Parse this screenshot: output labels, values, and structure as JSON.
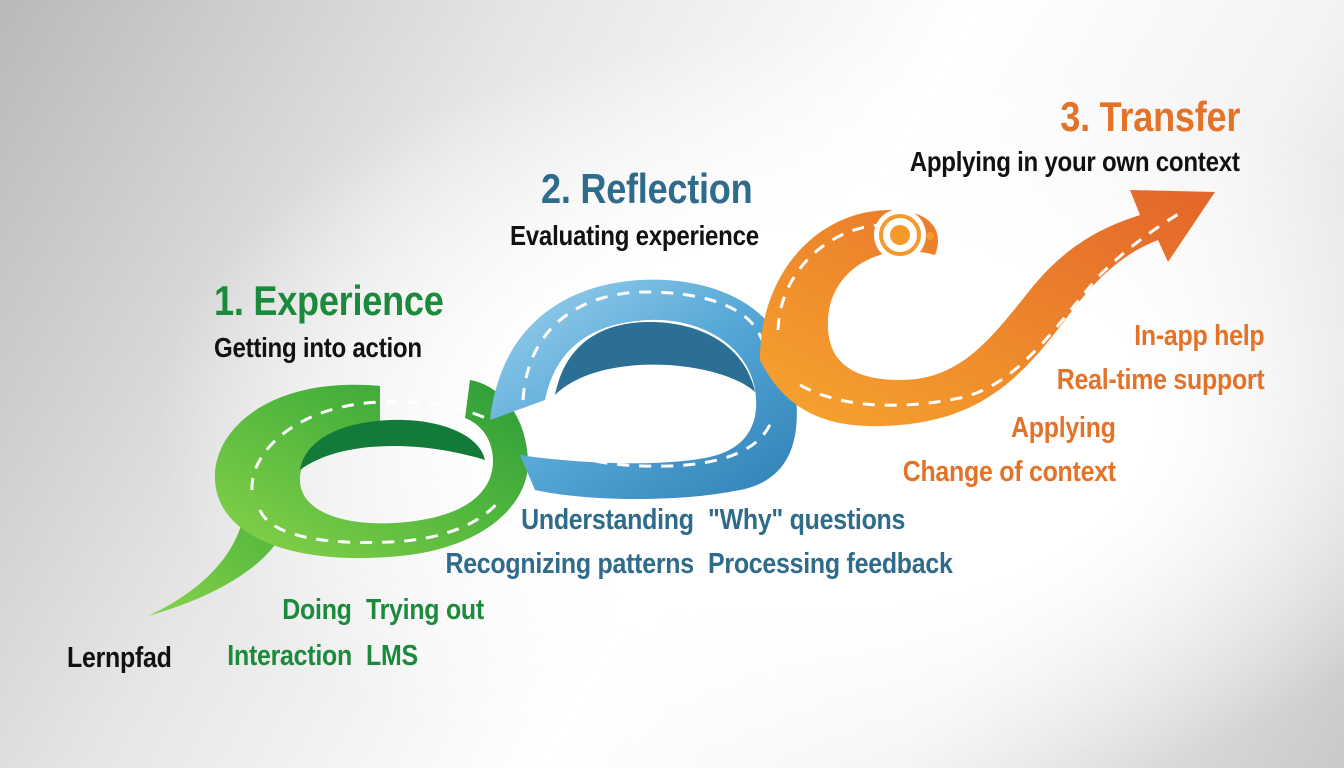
{
  "stages": [
    {
      "title": "1. Experience",
      "subtitle": "Getting into action",
      "items": [
        "Doing",
        "Trying out",
        "Interaction",
        "LMS"
      ],
      "color": "#1b8a3c"
    },
    {
      "title": "2. Reflection",
      "subtitle": "Evaluating experience",
      "items": [
        "Understanding",
        "\"Why\" questions",
        "Recognizing patterns",
        "Processing feedback"
      ],
      "color": "#2f6b8a"
    },
    {
      "title": "3. Transfer",
      "subtitle": "Applying in your own context",
      "items": [
        "In-app help",
        "Real-time support",
        "Applying",
        "Change of context"
      ],
      "color": "#e4732a"
    }
  ],
  "start_label": "Lernpfad",
  "path_colors": {
    "green": "#5cbf3a",
    "blue": "#4b9fd0",
    "orange": "#f39a2a"
  },
  "icons": [
    "target-icon",
    "arrow-head-icon"
  ]
}
